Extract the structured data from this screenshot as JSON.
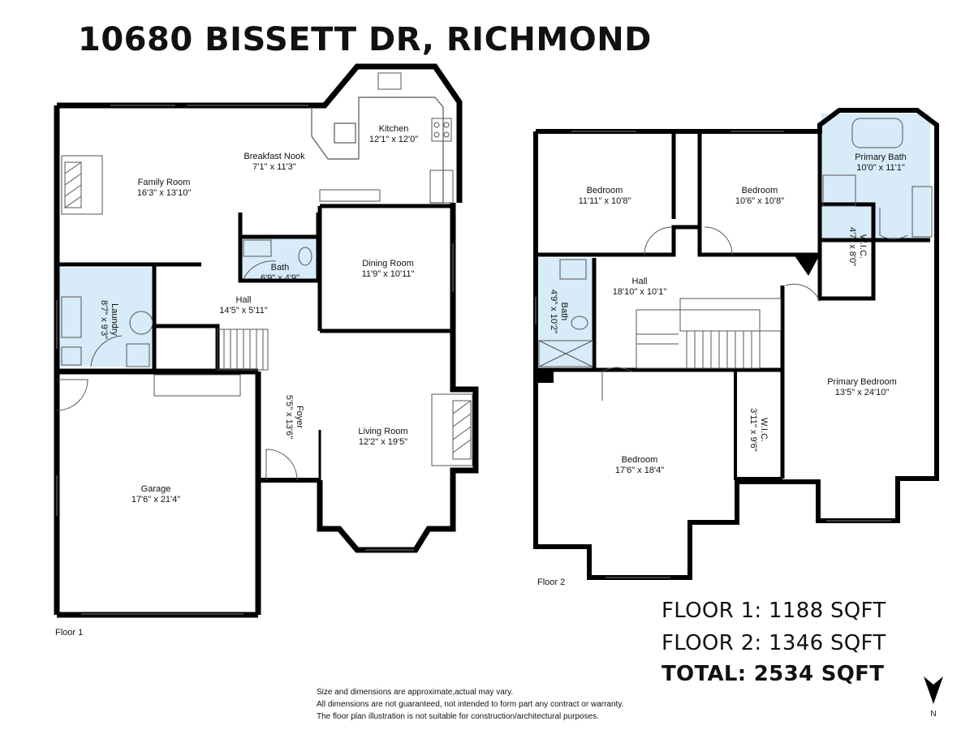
{
  "title": "10680 BISSETT DR, RICHMOND",
  "floor1": {
    "name": "Floor 1",
    "rooms": {
      "family_room": {
        "name": "Family Room",
        "dims": "16'3\" x 13'10\""
      },
      "breakfast_nook": {
        "name": "Breakfast Nook",
        "dims": "7'1\" x 11'3\""
      },
      "kitchen": {
        "name": "Kitchen",
        "dims": "12'1\" x 12'0\""
      },
      "dining_room": {
        "name": "Dining Room",
        "dims": "11'9\" x 10'11\""
      },
      "bath": {
        "name": "Bath",
        "dims": "6'9\" x 4'9\""
      },
      "hall": {
        "name": "Hall",
        "dims": "14'5\" x 5'11\""
      },
      "laundry": {
        "name": "Laundry",
        "dims": "8'7\" x 9'3\""
      },
      "foyer": {
        "name": "Foyer",
        "dims": "5'5\" x 13'6\""
      },
      "living_room": {
        "name": "Living Room",
        "dims": "12'2\" x 19'5\""
      },
      "garage": {
        "name": "Garage",
        "dims": "17'6\" x 21'4\""
      }
    }
  },
  "floor2": {
    "name": "Floor 2",
    "rooms": {
      "bedroom_a": {
        "name": "Bedroom",
        "dims": "11'11\" x 10'8\""
      },
      "bedroom_b": {
        "name": "Bedroom",
        "dims": "10'6\" x 10'8\""
      },
      "primary_bath": {
        "name": "Primary Bath",
        "dims": "10'0\" x 11'1\""
      },
      "wic_a": {
        "name": "W.I.C.",
        "dims": "4'7\" x 8'0\""
      },
      "bath": {
        "name": "Bath",
        "dims": "4'9\" x 10'2\""
      },
      "hall": {
        "name": "Hall",
        "dims": "18'10\" x 10'1\""
      },
      "primary_bedroom": {
        "name": "Primary Bedroom",
        "dims": "13'5\" x 24'10\""
      },
      "wic_b": {
        "name": "W.I.C.",
        "dims": "3'11\" x 9'6\""
      },
      "bedroom_c": {
        "name": "Bedroom",
        "dims": "17'6\" x 18'4\""
      }
    }
  },
  "summary": {
    "floor1": "FLOOR 1: 1188 SQFT",
    "floor2": "FLOOR 2: 1346 SQFT",
    "total": "TOTAL: 2534 SQFT"
  },
  "disclaimer": [
    "Size and dimensions are approximate,actual may vary.",
    "All dimensions are not guaranteed, not intended to form part any contract or warranty.",
    "The floor plan illustration is not suitable for construction/architectural purposes."
  ],
  "north_label": "N",
  "colors": {
    "wall": "#000000",
    "wet_area": "#d7ecf8",
    "fixture": "#555555"
  }
}
